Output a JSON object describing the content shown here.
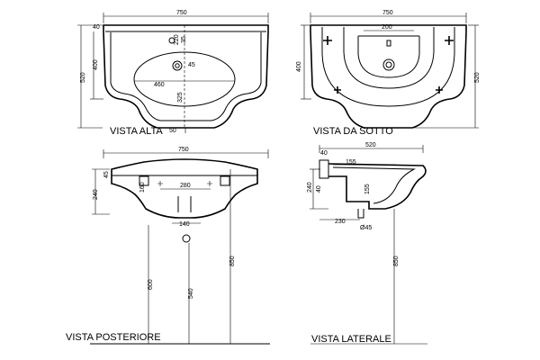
{
  "views": {
    "top": {
      "title": "VISTA ALTA",
      "dims": {
        "width": "750",
        "depth": "520",
        "inner_depth": "400",
        "rim": "40",
        "bowl_width": "460",
        "bowl_depth": "325",
        "tap_hole": "45",
        "front": "50",
        "edge_a": "220",
        "edge_b": "35"
      }
    },
    "bottom": {
      "title": "VISTA DA SOTTO",
      "dims": {
        "width": "750",
        "depth": "520",
        "inner_depth": "400",
        "hole_span": "200"
      }
    },
    "rear": {
      "title": "VISTA POSTERIORE",
      "dims": {
        "width": "750",
        "height": "240",
        "rim": "45",
        "side": "160",
        "holes": "280",
        "drain": "140",
        "h_total": "850",
        "h_fix": "600",
        "h_drain": "540"
      }
    },
    "side": {
      "title": "VISTA LATERALE",
      "dims": {
        "depth": "520",
        "rim": "40",
        "offset": "155",
        "drain_h": "155",
        "height": "240",
        "drain_x": "230",
        "drain_dia": "Ø45",
        "h_total": "850"
      }
    }
  }
}
